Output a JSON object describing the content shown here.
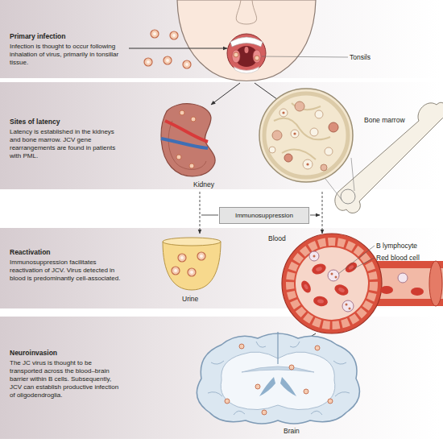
{
  "diagram": {
    "nodes": [
      {
        "text": [
          "Primary infection",
          "Infection is thought to occur following inhalation of virus, primarily in tonsillar tissue."
        ]
      },
      {
        "text": [
          "Sites of latency",
          "Latency is established in the kidneys and bone marrow. JCV gene rearrangements are found in patients with PML."
        ]
      },
      {
        "text": [
          "Immunosuppression"
        ]
      },
      {
        "text": [
          "Reactivation",
          "Immunosuppression facilitates reactivation of JCV. Virus detected in blood is predominantly cell-associated."
        ]
      },
      {
        "text": [
          "Neuroinvasion",
          "The JC virus is thought to be transported across the blood–brain barrier within B cells. Subsequently, JCV can establish productive infection of oligodendroglia."
        ]
      }
    ],
    "labels": [
      "Tonsils",
      "Kidney",
      "Bone marrow",
      "Urine",
      "Blood",
      "B lymphocyte",
      "Red blood cell",
      "Brain"
    ]
  }
}
